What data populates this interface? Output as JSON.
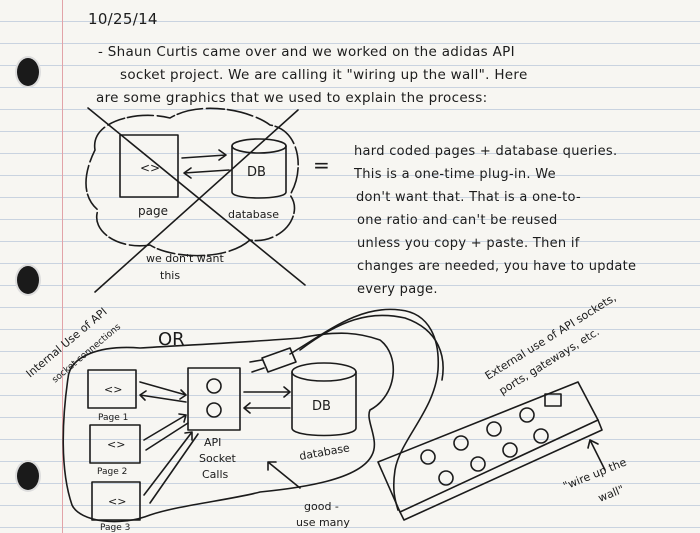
{
  "note": {
    "date": "10/25/14",
    "intro_lines": [
      "- Shaun Curtis came over and we worked on the adidas API",
      "socket project. We are calling it \"wiring up the wall\". Here",
      "are some graphics that we used to explain the process:"
    ],
    "equals": "=",
    "description_lines": [
      "hard coded pages + database queries.",
      "This is a one-time plug-in. We",
      "don't want that. That is a one-to-",
      "one ratio and can't be reused",
      "unless you copy + paste. Then if",
      "changes are needed, you have to update",
      "every page."
    ]
  },
  "diagram1": {
    "page_symbol": "<>",
    "page_label": "page",
    "db_label": "DB",
    "database_label": "database",
    "caption_line1": "we don't want",
    "caption_line2": "this"
  },
  "or_label": "OR",
  "diagram2": {
    "internal_label_line1": "Internal Use of API",
    "internal_label_line2": "socket connections",
    "pages": [
      {
        "symbol": "<>",
        "label": "Page 1"
      },
      {
        "symbol": "<>",
        "label": "Page 2"
      },
      {
        "symbol": "<>",
        "label": "Page 3"
      }
    ],
    "api_line1": "API",
    "api_line2": "Socket",
    "api_line3": "Calls",
    "db_label": "DB",
    "database_label": "database",
    "good_line1": "good -",
    "good_line2": "use many",
    "external_label_line1": "External use of API sockets,",
    "external_label_line2": "ports, gateways, etc.",
    "wire_line1": "\"wire up the",
    "wire_line2": "wall\""
  }
}
